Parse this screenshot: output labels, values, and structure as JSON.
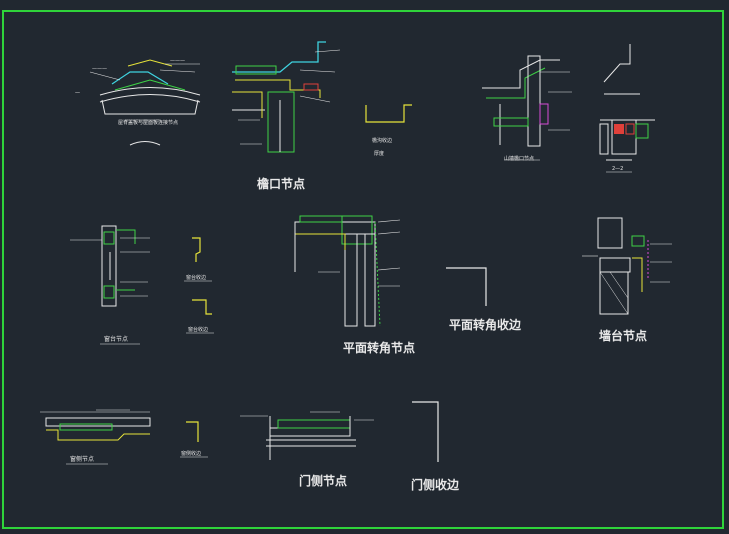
{
  "drawing": {
    "background": "#212830",
    "frame_color": "#2fd43a",
    "colors": {
      "white": "#e8e8e8",
      "yellow": "#e6e33a",
      "green": "#3ed246",
      "cyan": "#3fd3e0",
      "red": "#e0403a",
      "magenta": "#d64bd6"
    }
  },
  "titles": {
    "eave": "檐口节点",
    "gable_eave": "山墙檐口节点",
    "section": "2—2",
    "window_sill": "窗台节点",
    "flat_corner": "平面转角节点",
    "flat_corner_trim": "平面转角收边",
    "wall_top": "墙台节点",
    "window_side": "窗侧节点",
    "door_side": "门侧节点",
    "door_side_trim": "门侧收边",
    "gutter_label": "檐沟收边",
    "gutter_sub": "厚度",
    "sill_trim_1": "窗台收边",
    "sill_trim_2": "窗台收边",
    "window_side_trim": "窗侧收边",
    "ridge_note": "屋脊盖板与屋面板连接节点"
  }
}
